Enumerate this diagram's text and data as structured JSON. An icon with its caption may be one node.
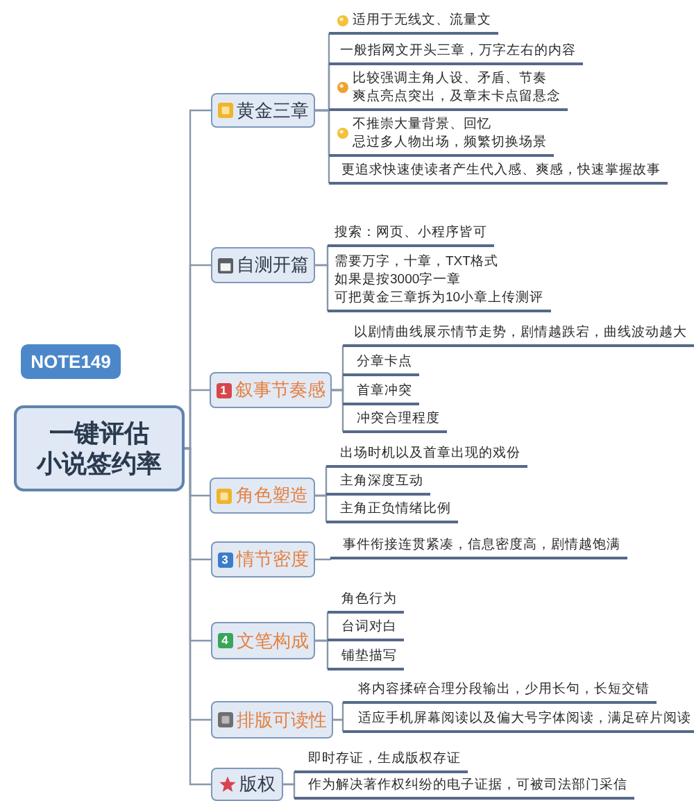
{
  "diagram": {
    "nodes": [
      {
        "text": [
          "NOTE149"
        ]
      },
      {
        "text": [
          "一键评估小说签约率"
        ]
      },
      {
        "text": [
          "黄金三章"
        ]
      },
      {
        "text": [
          "适用于无线文、流量文"
        ]
      },
      {
        "text": [
          "一般指网文开头三章，万字左右的内容"
        ]
      },
      {
        "text": [
          "比较强调主角人设、矛盾、节奏",
          "爽点亮点突出，及章末卡点留悬念"
        ]
      },
      {
        "text": [
          "不推崇大量背景、回忆",
          "忌过多人物出场，频繁切换场景"
        ]
      },
      {
        "text": [
          "更追求快速使读者产生代入感、爽感，快速掌握故事"
        ]
      },
      {
        "text": [
          "自测开篇"
        ]
      },
      {
        "text": [
          "搜索：网页、小程序皆可"
        ]
      },
      {
        "text": [
          "需要万字，十章，TXT格式",
          "如果是按3000字一章",
          "可把黄金三章拆为10小章上传测评"
        ]
      },
      {
        "text": [
          "叙事节奏感"
        ]
      },
      {
        "text": [
          "1"
        ],
        "in": 11
      },
      {
        "text": [
          "以剧情曲线展示情节走势，剧情越跌宕，曲线波动越大"
        ]
      },
      {
        "text": [
          "分章卡点"
        ]
      },
      {
        "text": [
          "首章冲突"
        ]
      },
      {
        "text": [
          "冲突合理程度"
        ]
      },
      {
        "text": [
          "角色塑造"
        ]
      },
      {
        "text": [
          "出场时机以及首章出现的戏份"
        ]
      },
      {
        "text": [
          "主角深度互动"
        ]
      },
      {
        "text": [
          "主角正负情绪比例"
        ]
      },
      {
        "text": [
          "情节密度"
        ]
      },
      {
        "text": [
          "3"
        ],
        "in": 21
      },
      {
        "text": [
          "事件衔接连贯紧凑，信息密度高，剧情越饱满"
        ]
      },
      {
        "text": [
          "文笔构成"
        ]
      },
      {
        "text": [
          "4"
        ],
        "in": 24
      },
      {
        "text": [
          "角色行为"
        ]
      },
      {
        "text": [
          "台词对白"
        ]
      },
      {
        "text": [
          "铺垫描写"
        ]
      },
      {
        "text": [
          "排版可读性"
        ]
      },
      {
        "text": [
          "将内容揉碎合理分段输出，少用长句，长短交错"
        ]
      },
      {
        "text": [
          "适应手机屏幕阅读以及偏大号字体阅读，满足碎片阅读"
        ]
      },
      {
        "text": [
          "版权"
        ]
      },
      {
        "text": [
          "即时存证，生成版权存证"
        ]
      },
      {
        "text": [
          "作为解决著作权纠纷的电子证据，可被司法部门采信"
        ]
      }
    ],
    "edges": [
      {
        "from": 1,
        "to": 2,
        "arrow": "none"
      },
      {
        "from": 2,
        "to": 3,
        "arrow": "none"
      },
      {
        "from": 2,
        "to": 4,
        "arrow": "none"
      },
      {
        "from": 2,
        "to": 5,
        "arrow": "none"
      },
      {
        "from": 2,
        "to": 6,
        "arrow": "none"
      },
      {
        "from": 2,
        "to": 7,
        "arrow": "none"
      },
      {
        "from": 1,
        "to": 8,
        "arrow": "none"
      },
      {
        "from": 8,
        "to": 9,
        "arrow": "none"
      },
      {
        "from": 8,
        "to": 10,
        "arrow": "none"
      },
      {
        "from": 1,
        "to": 11,
        "arrow": "none"
      },
      {
        "from": 11,
        "to": 13,
        "arrow": "none"
      },
      {
        "from": 11,
        "to": 14,
        "arrow": "none"
      },
      {
        "from": 11,
        "to": 15,
        "arrow": "none"
      },
      {
        "from": 11,
        "to": 16,
        "arrow": "none"
      },
      {
        "from": 1,
        "to": 17,
        "arrow": "none"
      },
      {
        "from": 17,
        "to": 18,
        "arrow": "none"
      },
      {
        "from": 17,
        "to": 19,
        "arrow": "none"
      },
      {
        "from": 17,
        "to": 20,
        "arrow": "none"
      },
      {
        "from": 1,
        "to": 21,
        "arrow": "none"
      },
      {
        "from": 21,
        "to": 23,
        "arrow": "none"
      },
      {
        "from": 1,
        "to": 24,
        "arrow": "none"
      },
      {
        "from": 24,
        "to": 26,
        "arrow": "none"
      },
      {
        "from": 24,
        "to": 27,
        "arrow": "none"
      },
      {
        "from": 24,
        "to": 28,
        "arrow": "none"
      },
      {
        "from": 1,
        "to": 29,
        "arrow": "none"
      },
      {
        "from": 29,
        "to": 30,
        "arrow": "none"
      },
      {
        "from": 29,
        "to": 31,
        "arrow": "none"
      },
      {
        "from": 1,
        "to": 32,
        "arrow": "none"
      },
      {
        "from": 32,
        "to": 33,
        "arrow": "none"
      },
      {
        "from": 32,
        "to": 34,
        "arrow": "none"
      }
    ]
  }
}
